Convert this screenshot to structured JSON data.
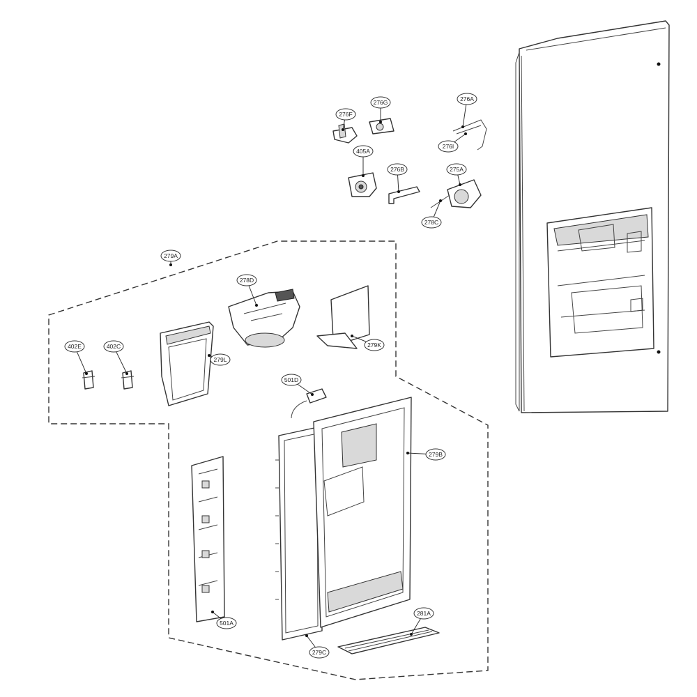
{
  "diagram": {
    "kind": "exploded-parts-diagram",
    "parts": [
      {
        "id": "276A",
        "label": "276A"
      },
      {
        "id": "276G",
        "label": "276G"
      },
      {
        "id": "276F",
        "label": "276F"
      },
      {
        "id": "276I",
        "label": "276I"
      },
      {
        "id": "405A",
        "label": "405A"
      },
      {
        "id": "276B",
        "label": "276B"
      },
      {
        "id": "275A",
        "label": "275A"
      },
      {
        "id": "278C",
        "label": "278C"
      },
      {
        "id": "279A",
        "label": "279A"
      },
      {
        "id": "278D",
        "label": "278D"
      },
      {
        "id": "402E",
        "label": "402E"
      },
      {
        "id": "402C",
        "label": "402C"
      },
      {
        "id": "279L",
        "label": "279L"
      },
      {
        "id": "279K",
        "label": "279K"
      },
      {
        "id": "501D",
        "label": "501D"
      },
      {
        "id": "279B",
        "label": "279B"
      },
      {
        "id": "501A",
        "label": "501A"
      },
      {
        "id": "281A",
        "label": "281A"
      },
      {
        "id": "279C",
        "label": "279C"
      }
    ],
    "assembly_group": {
      "label_ref": "279A",
      "boundary_style": "dashed"
    }
  }
}
